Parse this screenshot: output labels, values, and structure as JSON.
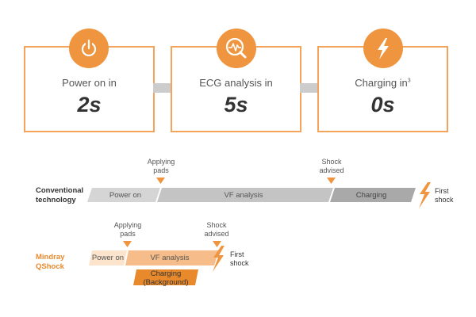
{
  "steps": [
    {
      "label": "Power on in",
      "sup": "",
      "value": "2s",
      "icon": "power-icon"
    },
    {
      "label": "ECG analysis in",
      "sup": "",
      "value": "5s",
      "icon": "ecg-magnifier-icon"
    },
    {
      "label": "Charging in",
      "sup": "3",
      "value": "0s",
      "icon": "lightning-icon"
    }
  ],
  "conventional": {
    "label_line1": "Conventional",
    "label_line2": "technology",
    "callout_pads_1": "Applying",
    "callout_pads_2": "pads",
    "callout_shock_1": "Shock",
    "callout_shock_2": "advised",
    "seg_power": "Power on",
    "seg_vf": "VF analysis",
    "seg_charging": "Charging",
    "first_shock_1": "First",
    "first_shock_2": "shock"
  },
  "qshock": {
    "label_line1": "Mindray",
    "label_line2": "QShock",
    "callout_pads_1": "Applying",
    "callout_pads_2": "pads",
    "callout_shock_1": "Shock",
    "callout_shock_2": "advised",
    "seg_power": "Power on",
    "seg_vf": "VF analysis",
    "seg_charging_1": "Charging",
    "seg_charging_2": "(Background)",
    "first_shock_1": "First",
    "first_shock_2": "shock"
  },
  "colors": {
    "orange": "#f0953f",
    "orange_border": "#f4a35a",
    "qshock_label": "#e8892c",
    "gray_light": "#d5d5d5",
    "gray_mid": "#c4c4c4",
    "gray_dark": "#a9a9a9",
    "arrow_gray": "#cccccc"
  }
}
